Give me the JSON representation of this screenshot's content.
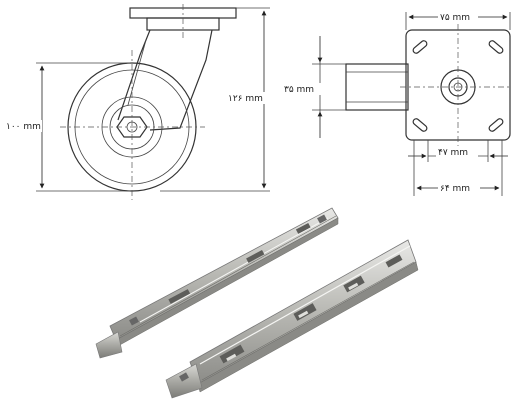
{
  "caster": {
    "dims": {
      "wheel_diameter": "۱۰۰ mm",
      "overall_height": "۱۲۶ mm",
      "stem_width": "۳۵ mm",
      "plate_width": "۷۵ mm",
      "hole_spacing_a": "۴۷ mm",
      "hole_spacing_b": "۶۴ mm"
    }
  }
}
